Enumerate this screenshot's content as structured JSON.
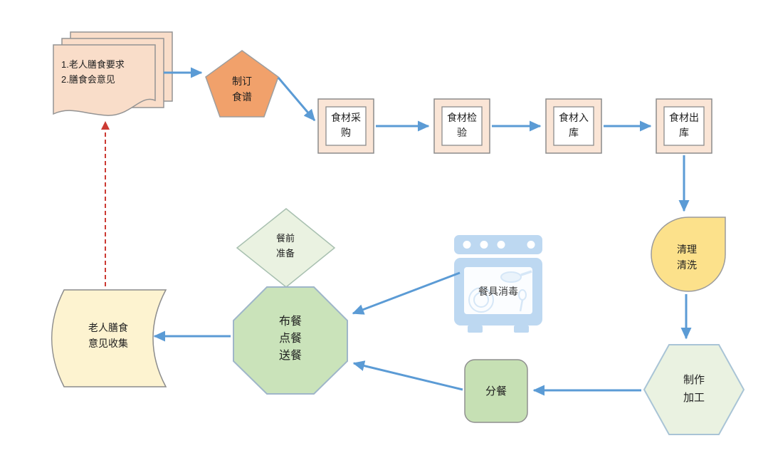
{
  "diagram": {
    "kind": "flowchart",
    "language": "zh-CN",
    "topic": "elderly-meal-service-process"
  },
  "colors": {
    "arrow_blue": "#5b9bd5",
    "dashed_red": "#cc3a33",
    "peach": "#f9ddc9",
    "box_frame": "#fae5d6",
    "box_inner": "#ffffff",
    "orange": "#f1a16b",
    "yellow": "#fce18b",
    "cream": "#fdf3d0",
    "green": "#c6e0b4",
    "octagon_green": "#cae3ba",
    "pale_green": "#eaf2e1",
    "icon_blue": "#bdd8f1",
    "icon_window": "#fbfdff",
    "border_gray": "#949494",
    "border_bluegray": "#9fb6c9"
  },
  "nodes": {
    "requirements": {
      "label": "1.老人膳食要求\n2.膳食会意见",
      "shape": "multidocument"
    },
    "plan_menu": {
      "label": "制订\n食谱",
      "shape": "pentagon"
    },
    "purchase": {
      "label": "食材采\n购",
      "shape": "framed-process"
    },
    "inspection": {
      "label": "食材检\n验",
      "shape": "framed-process"
    },
    "warehouse_in": {
      "label": "食材入\n库",
      "shape": "framed-process"
    },
    "warehouse_out": {
      "label": "食材出\n库",
      "shape": "framed-process"
    },
    "cleaning": {
      "label": "清理\n清洗",
      "shape": "teardrop"
    },
    "cooking": {
      "label": "制作\n加工",
      "shape": "hexagon"
    },
    "portioning": {
      "label": "分餐",
      "shape": "rounded-rect"
    },
    "serving": {
      "label": "布餐\n点餐\n送餐",
      "shape": "octagon"
    },
    "premeal": {
      "label": "餐前\n准备",
      "shape": "diamond"
    },
    "disinfection": {
      "label": "餐具消毒",
      "shape": "sterilizer-icon"
    },
    "feedback": {
      "label": "老人膳食\n意见收集",
      "shape": "stored-data"
    }
  },
  "edges": [
    "requirements -> plan_menu",
    "plan_menu -> purchase",
    "purchase -> inspection",
    "inspection -> warehouse_in",
    "warehouse_in -> warehouse_out",
    "warehouse_out -> cleaning",
    "cleaning -> cooking",
    "cooking -> portioning",
    "portioning -> serving",
    "disinfection -> serving",
    "serving -> feedback",
    "feedback -> requirements (dashed red)"
  ]
}
